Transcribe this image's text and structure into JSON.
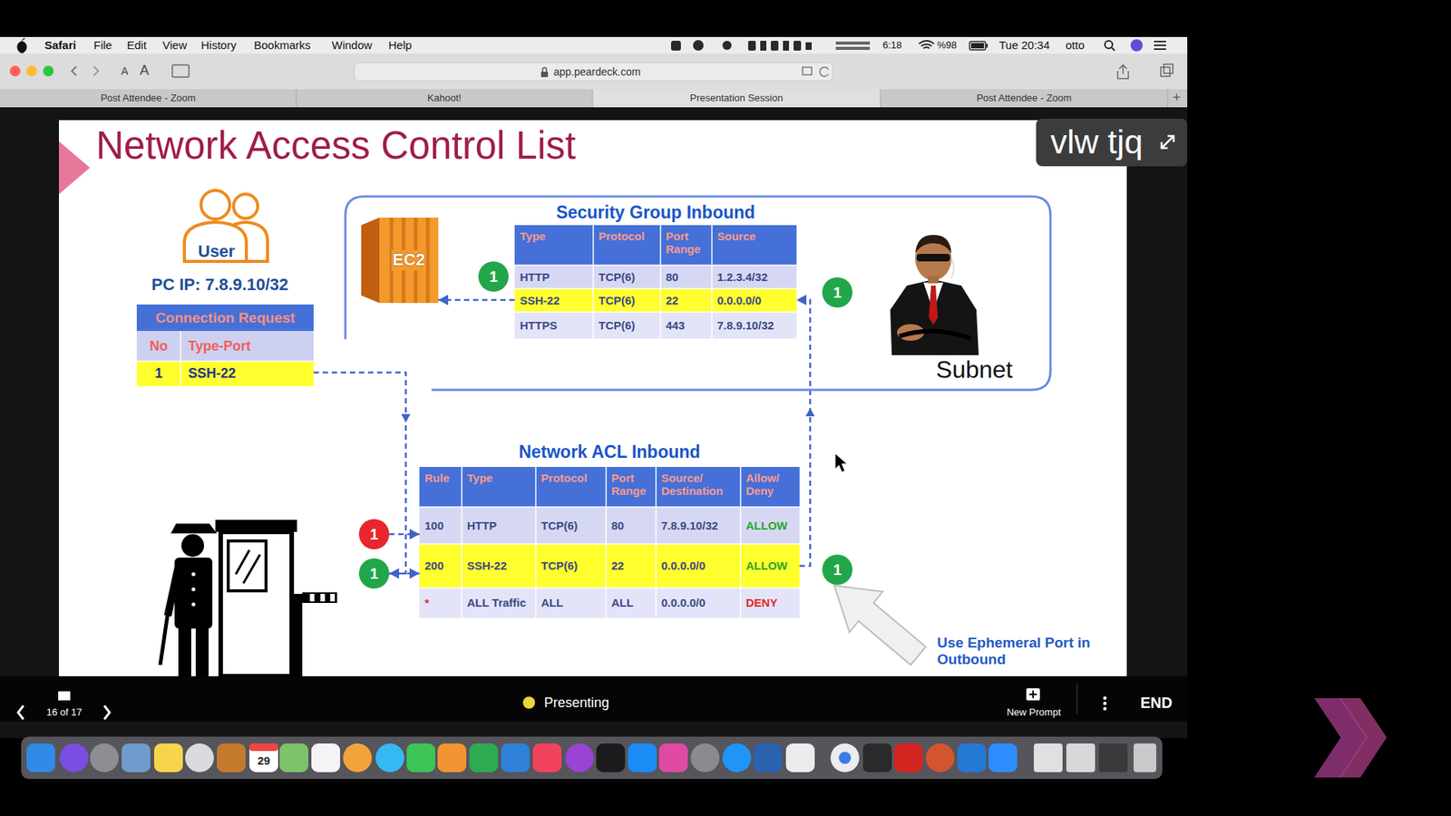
{
  "diagram": {
    "title": "Network Access Control List",
    "nodes": [
      {
        "text": [
          "User"
        ]
      },
      {
        "text": [
          "Connection Request"
        ]
      },
      {
        "text": [
          "Subnet"
        ]
      },
      {
        "text": [
          "EC2"
        ],
        "in": 2
      },
      {
        "text": [
          "Security Group Inbound"
        ],
        "in": 2
      },
      {
        "text": [
          "1"
        ],
        "in": 2
      },
      {
        "text": [
          "1"
        ],
        "in": 2
      },
      {
        "text": [
          "Network ACL Inbound"
        ]
      },
      {
        "text": [
          "1"
        ]
      },
      {
        "text": [
          "1"
        ]
      },
      {
        "text": [
          "1"
        ]
      }
    ],
    "edges": [
      {
        "from": 1,
        "to": 9,
        "arrow": "to"
      },
      {
        "from": 9,
        "to": 7,
        "arrow": "to"
      },
      {
        "from": 8,
        "to": 7,
        "arrow": "to"
      },
      {
        "from": 7,
        "to": 4,
        "arrow": "to"
      },
      {
        "from": 4,
        "to": 3,
        "arrow": "to"
      }
    ],
    "labels": [
      "Safari",
      "File",
      "Edit",
      "View",
      "History",
      "Bookmarks",
      "Window",
      "Help",
      "6:18",
      "%98",
      "Tue 20:34",
      "otto",
      "A",
      "A",
      "app.peardeck.com",
      "Post Attendee - Zoom",
      "Kahoot!",
      "Presentation Session",
      "Post Attendee - Zoom",
      "+",
      "vlw tjq",
      "PC IP: 7.8.9.10/32",
      "No",
      "Type-Port",
      "1",
      "SSH-22",
      "Type",
      "Protocol",
      "Port Range",
      "Source",
      "HTTP",
      "TCP(6)",
      "80",
      "1.2.3.4/32",
      "SSH-22",
      "TCP(6)",
      "22",
      "0.0.0.0/0",
      "HTTPS",
      "TCP(6)",
      "443",
      "7.8.9.10/32",
      "Rule",
      "Type",
      "Protocol",
      "Port Range",
      "Source/ Destination",
      "Allow/ Deny",
      "100",
      "HTTP",
      "TCP(6)",
      "80",
      "7.8.9.10/32",
      "ALLOW",
      "200",
      "SSH-22",
      "TCP(6)",
      "22",
      "0.0.0.0/0",
      "ALLOW",
      "*",
      "ALL Traffic",
      "ALL",
      "ALL",
      "0.0.0.0/0",
      "DENY",
      "Use Ephemeral Port in Outbound",
      "16 of 17",
      "Presenting",
      "New Prompt",
      "END",
      "29"
    ]
  }
}
